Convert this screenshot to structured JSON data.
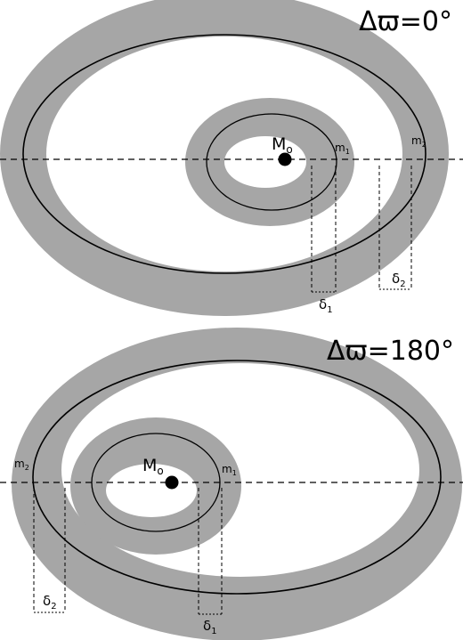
{
  "colors": {
    "band": "#a6a6a6",
    "orbit": "#000000",
    "background": "#ffffff"
  },
  "panels": [
    {
      "title": "Δϖ=0°",
      "central_body": {
        "label": "M",
        "sub": "o"
      },
      "inner_planet": {
        "label": "m",
        "sub": "1"
      },
      "outer_planet": {
        "label": "m",
        "sub": "2"
      },
      "delta_inner": {
        "label": "δ",
        "sub": "1"
      },
      "delta_outer": {
        "label": "δ",
        "sub": "2"
      }
    },
    {
      "title": "Δϖ=180°",
      "central_body": {
        "label": "M",
        "sub": "o"
      },
      "inner_planet": {
        "label": "m",
        "sub": "1"
      },
      "outer_planet": {
        "label": "m",
        "sub": "2"
      },
      "delta_inner": {
        "label": "δ",
        "sub": "1"
      },
      "delta_outer": {
        "label": "δ",
        "sub": "2"
      }
    }
  ]
}
